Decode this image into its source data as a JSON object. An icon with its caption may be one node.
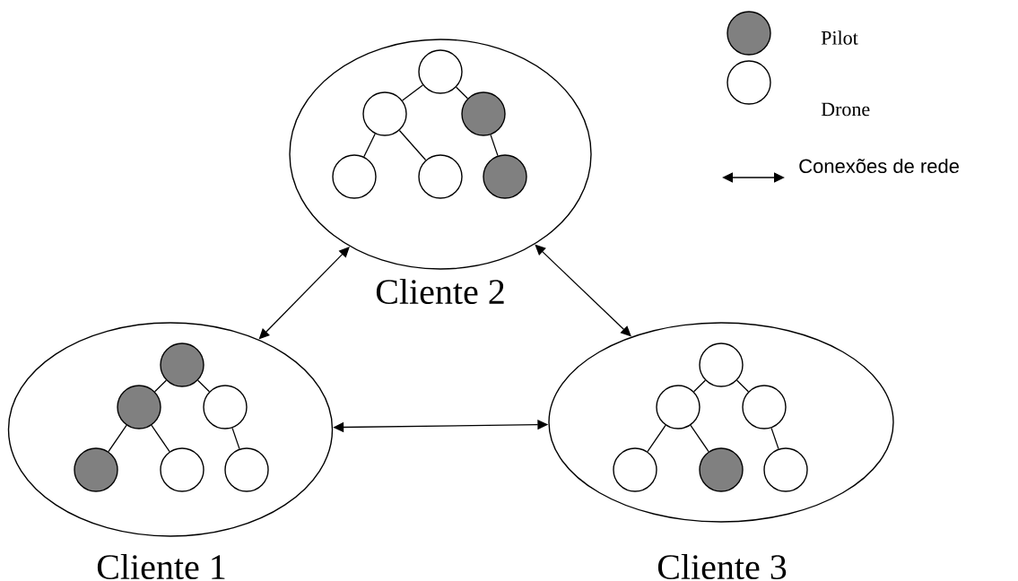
{
  "diagram": {
    "nodes": [
      {
        "text": [],
        "shape": "circle",
        "beside": [
          "Cliente 2"
        ]
      },
      {
        "text": [],
        "shape": "circle",
        "in": 0
      },
      {
        "text": [],
        "shape": "circle",
        "in": 0
      },
      {
        "text": [],
        "shape": "circle",
        "in": 0
      },
      {
        "text": [],
        "shape": "circle",
        "in": 0
      },
      {
        "text": [],
        "shape": "circle",
        "in": 0
      },
      {
        "text": [],
        "shape": "circle",
        "in": 0
      },
      {
        "text": [],
        "shape": "circle",
        "beside": [
          "Cliente 1"
        ]
      },
      {
        "text": [],
        "shape": "circle",
        "in": 7
      },
      {
        "text": [],
        "shape": "circle",
        "in": 7
      },
      {
        "text": [],
        "shape": "circle",
        "in": 7
      },
      {
        "text": [],
        "shape": "circle",
        "in": 7
      },
      {
        "text": [],
        "shape": "circle",
        "in": 7
      },
      {
        "text": [],
        "shape": "circle",
        "in": 7
      },
      {
        "text": [],
        "shape": "circle",
        "beside": [
          "Cliente 3"
        ]
      },
      {
        "text": [],
        "shape": "circle",
        "in": 14
      },
      {
        "text": [],
        "shape": "circle",
        "in": 14
      },
      {
        "text": [],
        "shape": "circle",
        "in": 14
      },
      {
        "text": [],
        "shape": "circle",
        "in": 14
      },
      {
        "text": [],
        "shape": "circle",
        "in": 14
      },
      {
        "text": [],
        "shape": "circle",
        "in": 14
      }
    ],
    "edges": [
      {
        "from": 1,
        "to": 2,
        "arrow": "none"
      },
      {
        "from": 1,
        "to": 3,
        "arrow": "none"
      },
      {
        "from": 2,
        "to": 4,
        "arrow": "none"
      },
      {
        "from": 2,
        "to": 5,
        "arrow": "none"
      },
      {
        "from": 3,
        "to": 6,
        "arrow": "none"
      },
      {
        "from": 8,
        "to": 9,
        "arrow": "none"
      },
      {
        "from": 8,
        "to": 10,
        "arrow": "none"
      },
      {
        "from": 9,
        "to": 11,
        "arrow": "none"
      },
      {
        "from": 9,
        "to": 12,
        "arrow": "none"
      },
      {
        "from": 10,
        "to": 13,
        "arrow": "none"
      },
      {
        "from": 15,
        "to": 16,
        "arrow": "none"
      },
      {
        "from": 15,
        "to": 17,
        "arrow": "none"
      },
      {
        "from": 16,
        "to": 18,
        "arrow": "none"
      },
      {
        "from": 16,
        "to": 19,
        "arrow": "none"
      },
      {
        "from": 17,
        "to": 20,
        "arrow": "none"
      },
      {
        "from": 7,
        "to": 0,
        "arrow": "both"
      },
      {
        "from": 0,
        "to": 14,
        "arrow": "both"
      },
      {
        "from": 7,
        "to": 14,
        "arrow": "both"
      }
    ],
    "legend": [
      {
        "text": "Pilot",
        "color": "#808080"
      },
      {
        "text": "Drone"
      },
      {
        "text": "Conexões de rede"
      }
    ]
  }
}
